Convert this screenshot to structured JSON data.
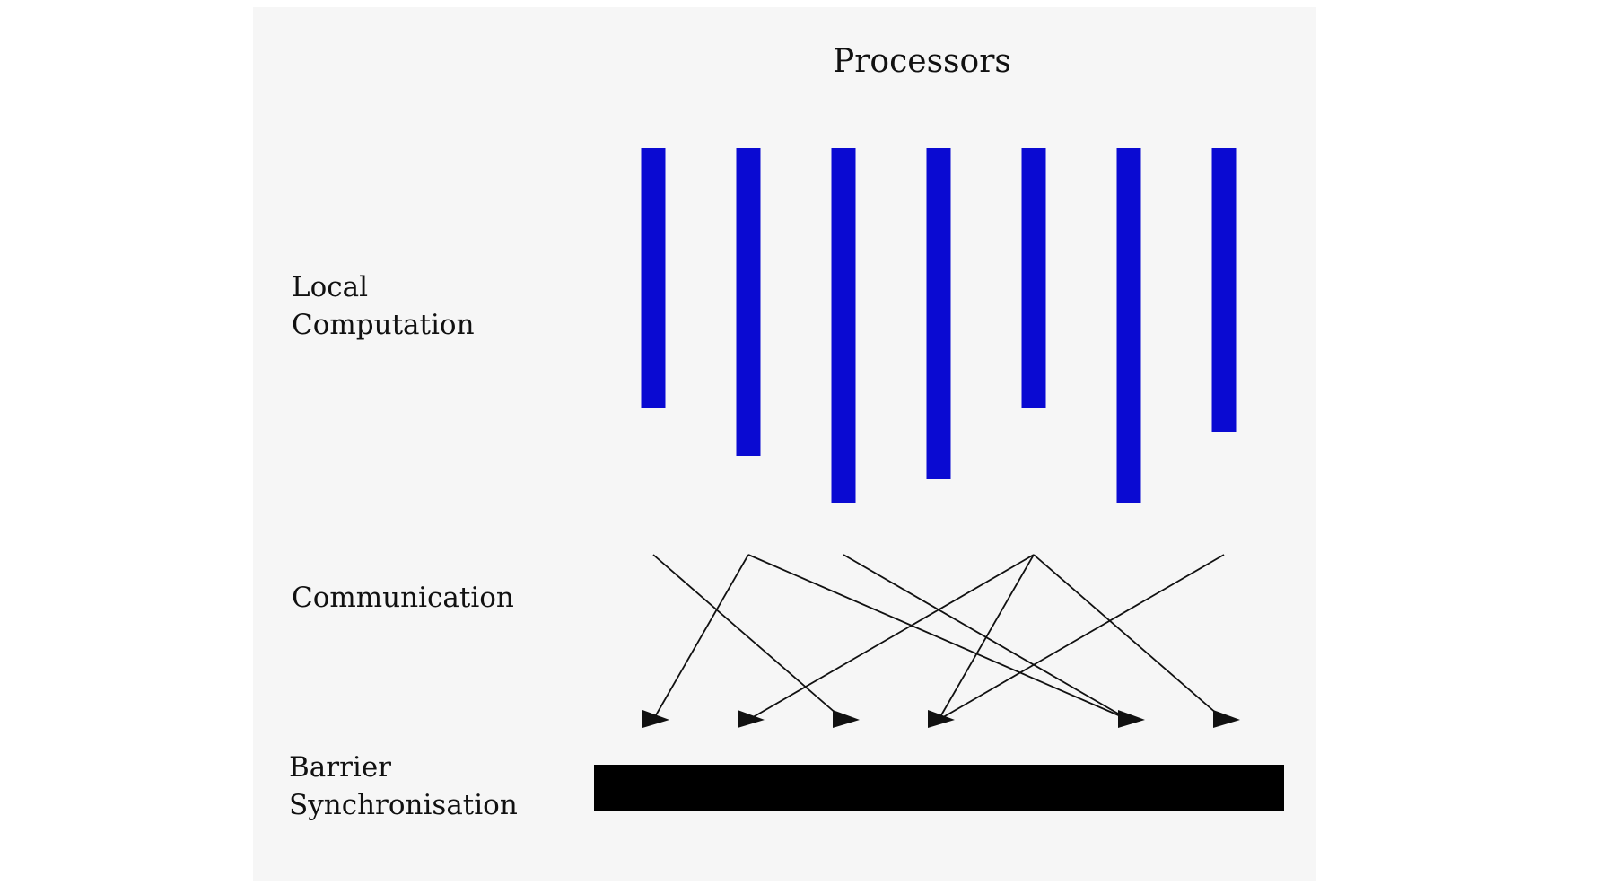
{
  "title": "Processors",
  "labels": {
    "local_line1": "Local",
    "local_line2": "Computation",
    "communication": "Communication",
    "barrier_line1": "Barrier",
    "barrier_line2": "Synchronisation"
  },
  "colors": {
    "processor_bar": "#0a0ad2",
    "barrier": "#000000",
    "arrow": "#111111",
    "panel": "#f6f6f6"
  },
  "processors": [
    {
      "id": 1,
      "computation_length": 290
    },
    {
      "id": 2,
      "computation_length": 343
    },
    {
      "id": 3,
      "computation_length": 395
    },
    {
      "id": 4,
      "computation_length": 369
    },
    {
      "id": 5,
      "computation_length": 290
    },
    {
      "id": 6,
      "computation_length": 395
    },
    {
      "id": 7,
      "computation_length": 316
    }
  ],
  "messages": [
    {
      "from": 1,
      "to": 3
    },
    {
      "from": 2,
      "to": 1
    },
    {
      "from": 2,
      "to": 6
    },
    {
      "from": 3,
      "to": 6
    },
    {
      "from": 5,
      "to": 2
    },
    {
      "from": 5,
      "to": 4
    },
    {
      "from": 5,
      "to": 7
    },
    {
      "from": 7,
      "to": 4
    }
  ]
}
